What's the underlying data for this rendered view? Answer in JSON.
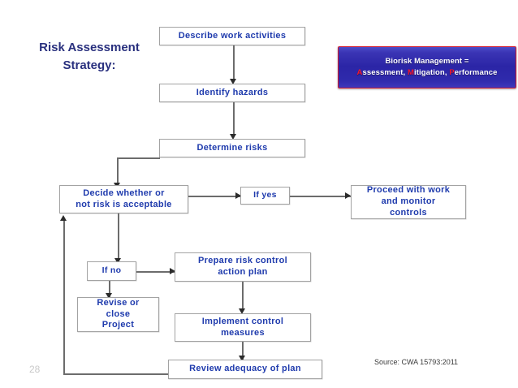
{
  "slide": {
    "page_number": "28",
    "title": "Risk Assessment\nStrategy:",
    "title_line1": "Risk Assessment",
    "title_line2": "Strategy:",
    "source_note": "Source: CWA 15793:2011",
    "background_color": "#ffffff",
    "accent_blue": "#1f3bad",
    "title_color": "#29307e",
    "box_border_color": "#a3a3a3",
    "connector_color": "#6c6c6c"
  },
  "callout": {
    "line1": "Biorisk Management =",
    "line2_part1": "A",
    "line2_part2": "ssessment, ",
    "line2_part3": "M",
    "line2_part4": "itigation, ",
    "line2_part5": "P",
    "line2_part6": "erformance",
    "full_text": "Biorisk Management = Assessment, Mitigation, Performance",
    "border_color": "#d41a2e",
    "fill_color": "#2b25a6",
    "text_color": "#ffffff",
    "highlight_color": "#f4172e"
  },
  "flowchart": {
    "type": "flowchart",
    "nodes": [
      {
        "id": "describe",
        "label": "Describe work activities"
      },
      {
        "id": "identify",
        "label": "Identify hazards"
      },
      {
        "id": "determine",
        "label": "Determine risks"
      },
      {
        "id": "decide",
        "label": "Decide whether or\nnot risk is acceptable",
        "line1": "Decide whether or",
        "line2": "not risk is acceptable"
      },
      {
        "id": "ifyes",
        "label": "If yes"
      },
      {
        "id": "proceed",
        "label": "Proceed with work\nand monitor\ncontrols",
        "line1": "Proceed with work",
        "line2": "and monitor",
        "line3": "controls"
      },
      {
        "id": "ifno",
        "label": "If no"
      },
      {
        "id": "revise",
        "label": "Revise or\nclose\nProject",
        "line1": "Revise or",
        "line2": "close",
        "line3": "Project"
      },
      {
        "id": "prepare",
        "label": "Prepare risk control\naction plan",
        "line1": "Prepare risk control",
        "line2": "action plan"
      },
      {
        "id": "implement",
        "label": "Implement control\nmeasures",
        "line1": "Implement control",
        "line2": "measures"
      },
      {
        "id": "review",
        "label": "Review adequacy of plan"
      }
    ],
    "edges": [
      {
        "from": "describe",
        "to": "identify",
        "label": ""
      },
      {
        "from": "identify",
        "to": "determine",
        "label": ""
      },
      {
        "from": "determine",
        "to": "decide",
        "label": ""
      },
      {
        "from": "decide",
        "to": "ifyes",
        "label": ""
      },
      {
        "from": "ifyes",
        "to": "proceed",
        "label": ""
      },
      {
        "from": "decide",
        "to": "ifno",
        "label": ""
      },
      {
        "from": "ifno",
        "to": "revise",
        "label": ""
      },
      {
        "from": "ifno",
        "to": "prepare",
        "label": ""
      },
      {
        "from": "prepare",
        "to": "implement",
        "label": ""
      },
      {
        "from": "implement",
        "to": "review",
        "label": ""
      },
      {
        "from": "review",
        "to": "decide",
        "label": ""
      }
    ]
  }
}
